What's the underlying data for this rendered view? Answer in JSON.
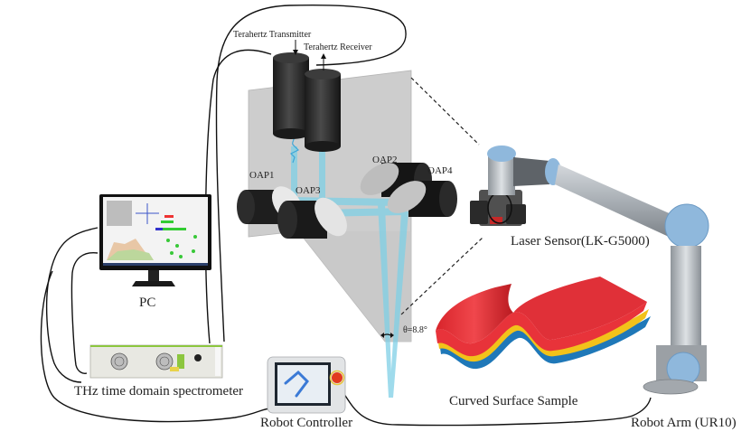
{
  "diagram": {
    "title": "Robotic terahertz curved-surface inspection system",
    "components": {
      "transmitter": {
        "label": "Terahertz Transmitter"
      },
      "receiver": {
        "label": "Terahertz Receiver"
      },
      "oap1": {
        "label": "OAP1"
      },
      "oap2": {
        "label": "OAP2"
      },
      "oap3": {
        "label": "OAP3"
      },
      "oap4": {
        "label": "OAP4"
      },
      "angle": {
        "label": "θ=8.8°"
      },
      "pc": {
        "label": "PC"
      },
      "spectrometer": {
        "label": "THz time domain spectrometer"
      },
      "controller": {
        "label": "Robot Controller"
      },
      "laser_sensor": {
        "label": "Laser Sensor(LK-G5000)"
      },
      "sample": {
        "label": "Curved Surface Sample"
      },
      "robot_arm": {
        "label": "Robot Arm (UR10)"
      }
    },
    "colors": {
      "beam": "#7fd0e6",
      "beam_edge": "#4fb9d6",
      "plate": "#cfcfcf",
      "cylinder": "#2a2a2a",
      "mirror_face": "#e6e6e6",
      "cable": "#111111",
      "sample_top": "#e8333a",
      "sample_mid": "#f2c21a",
      "sample_bottom": "#1f78b8",
      "robot_blue": "#8fb8dc",
      "robot_metal": "#b9bec4"
    }
  }
}
